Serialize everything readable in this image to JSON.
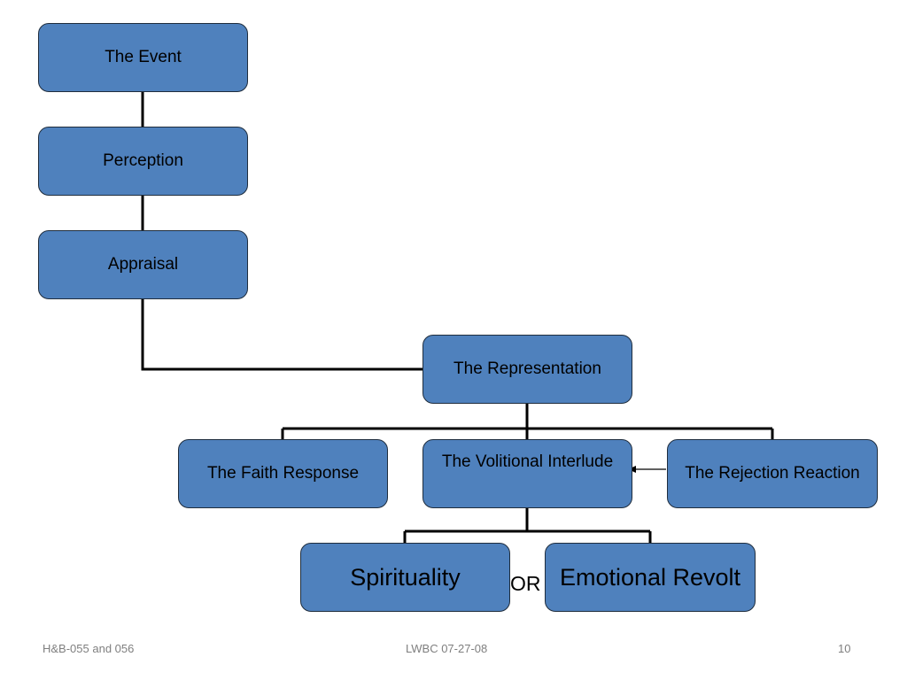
{
  "nodes": {
    "event": "The Event",
    "perception": "Perception",
    "appraisal": "Appraisal",
    "representation": "The Representation",
    "faith": "The Faith Response",
    "volitional": "The Volitional Interlude",
    "rejection": "The Rejection Reaction",
    "spirituality": "Spirituality",
    "revolt": "Emotional Revolt"
  },
  "or_label": "OR",
  "footer": {
    "left": "H&B-055 and 056",
    "center": "LWBC 07-27-08",
    "page_number": "10"
  },
  "colors": {
    "box_fill": "#4f81bd",
    "box_border": "#1f2d3d",
    "connector": "#000000",
    "footer_text": "#7f7f7f"
  }
}
